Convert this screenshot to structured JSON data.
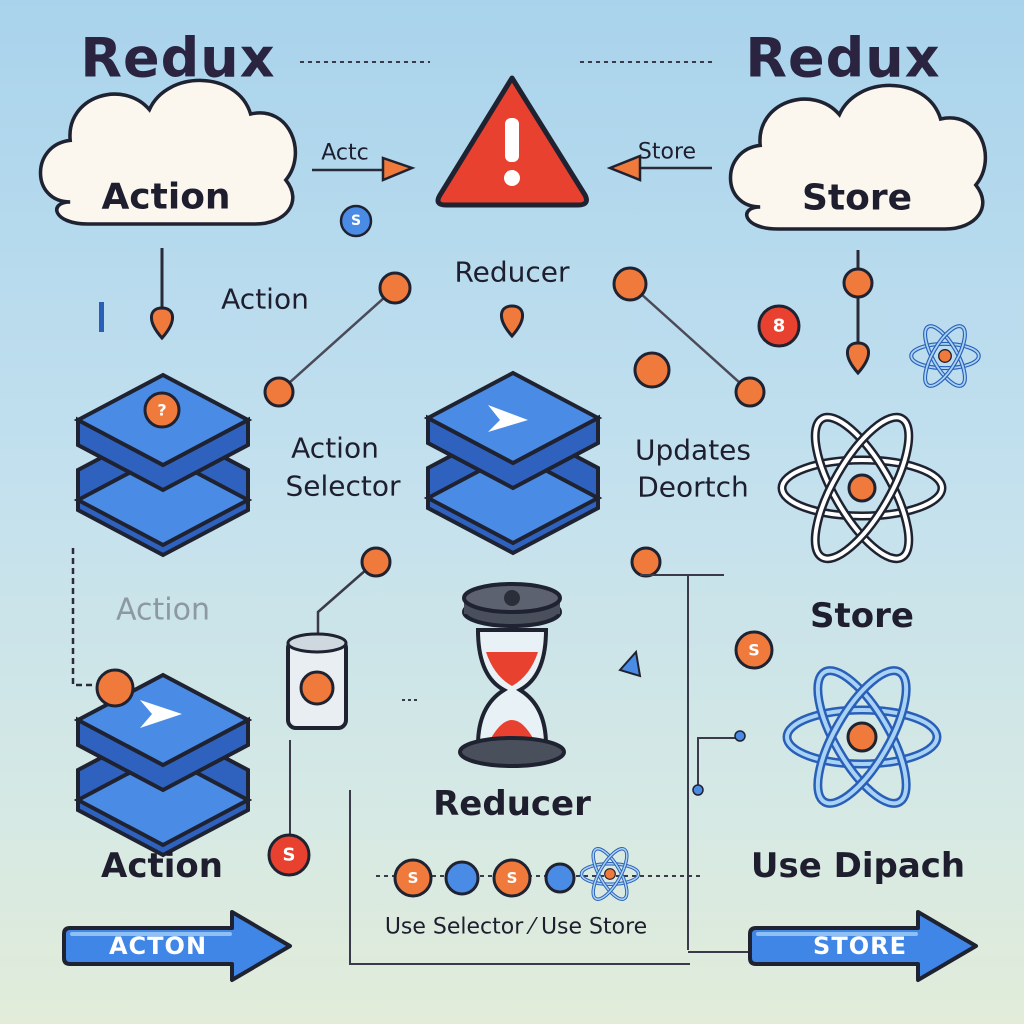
{
  "colors": {
    "accent_blue": "#3f7fe0",
    "accent_blue_dark": "#2a5fb8",
    "alert_red": "#e8412f",
    "node_orange": "#f07a3c",
    "outline": "#1f2230",
    "cloud_fill": "#fbf6ee"
  },
  "header": {
    "title_left": "Redux",
    "title_right": "Redux"
  },
  "clouds": {
    "left": "Action",
    "right": "Store"
  },
  "labels": {
    "top_arrow_left": "Actc",
    "top_arrow_right": "Store",
    "reducer_top": "Reducer",
    "action_upper": "Action",
    "action_selector_line1": "Action",
    "action_selector_line2": "Selector",
    "updates_line1": "Updates",
    "updates_line2": "Deortch",
    "action_faded": "Action",
    "store_mid": "Store",
    "reducer_bottom": "Reducer",
    "action_bottom": "Action",
    "use_dipatch": "Use Dipach",
    "use_selector": "Use Selector ⁄ Use Store",
    "marker_bar": "I"
  },
  "buttons": {
    "action": "ACTON",
    "store": "STORE"
  },
  "node_glyphs": {
    "n1": "S",
    "n2": "?",
    "n3": "S",
    "n4": "8",
    "n5": "S",
    "n6": "S",
    "n7": "S"
  },
  "icons": {
    "warning": "warning-triangle-icon",
    "layers": "layers-stack-icon",
    "hourglass": "hourglass-icon",
    "atom": "atom-icon",
    "battery": "battery-icon",
    "arrow": "arrow-right-icon"
  }
}
